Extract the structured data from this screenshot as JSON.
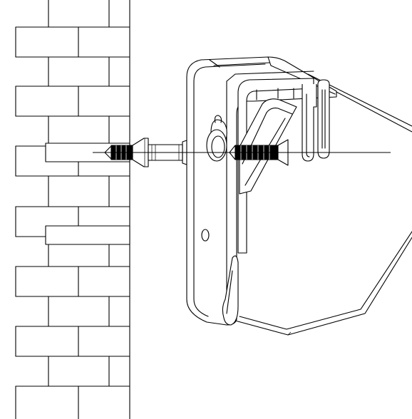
{
  "diagram": {
    "subject": "wall-mount-installation",
    "parts": [
      "brick-wall",
      "wall-anchor",
      "mounting-screw",
      "device-bracket"
    ],
    "colors": {
      "line": "#000000",
      "background": "#ffffff",
      "fill": "#000000"
    }
  }
}
